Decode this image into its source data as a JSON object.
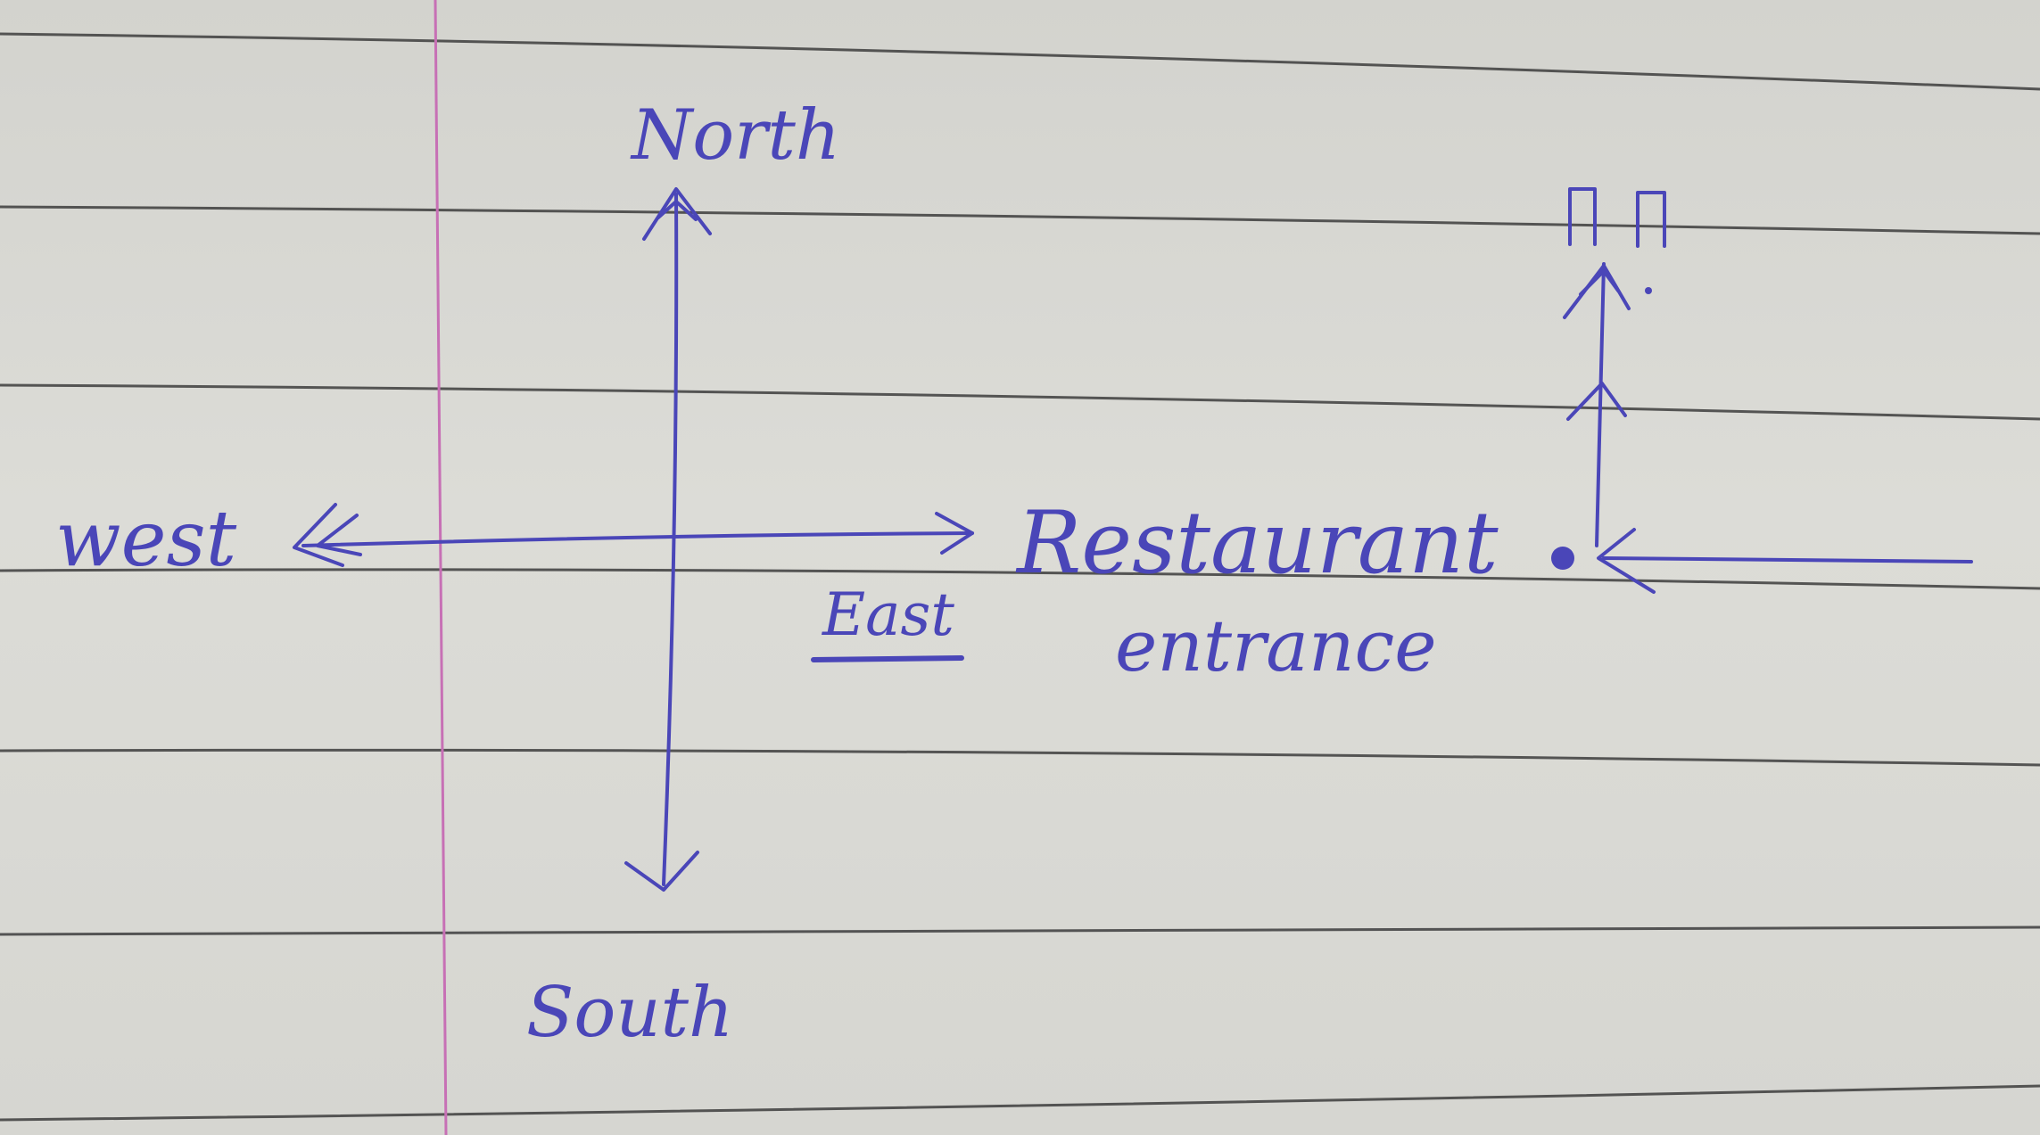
{
  "compass": {
    "north": "North",
    "south": "South",
    "east": "East",
    "west": "west"
  },
  "destination": {
    "line1": "Restaurant",
    "line2": "entrance"
  },
  "colors": {
    "paper": "#d8d8d3",
    "ruled_line": "#3c3c3c",
    "margin_line": "#c770b5",
    "ink": "#4a46b8"
  }
}
